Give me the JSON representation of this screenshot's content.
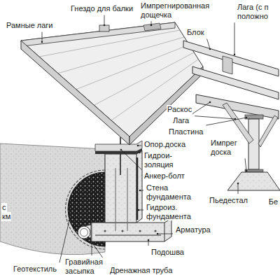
{
  "diagram": {
    "labels": [
      "Рамные лаги",
      "Гнездо для балки",
      "Импрегнированная дощечка",
      "Блок",
      "Лага (с п положно",
      "Раскос",
      "Лага",
      "Пластина",
      "Импрег доска",
      "Опор.доска",
      "Гидрои- золяция",
      "Анкер-болт",
      "Стена фундамента",
      "Гидроиз. фундамента",
      "Пьедестал",
      "Бе",
      "с",
      "км",
      "Арматура",
      "Подошва",
      "Геотекстиль",
      "Гравийная засыпка",
      "Дренажная труба"
    ]
  }
}
